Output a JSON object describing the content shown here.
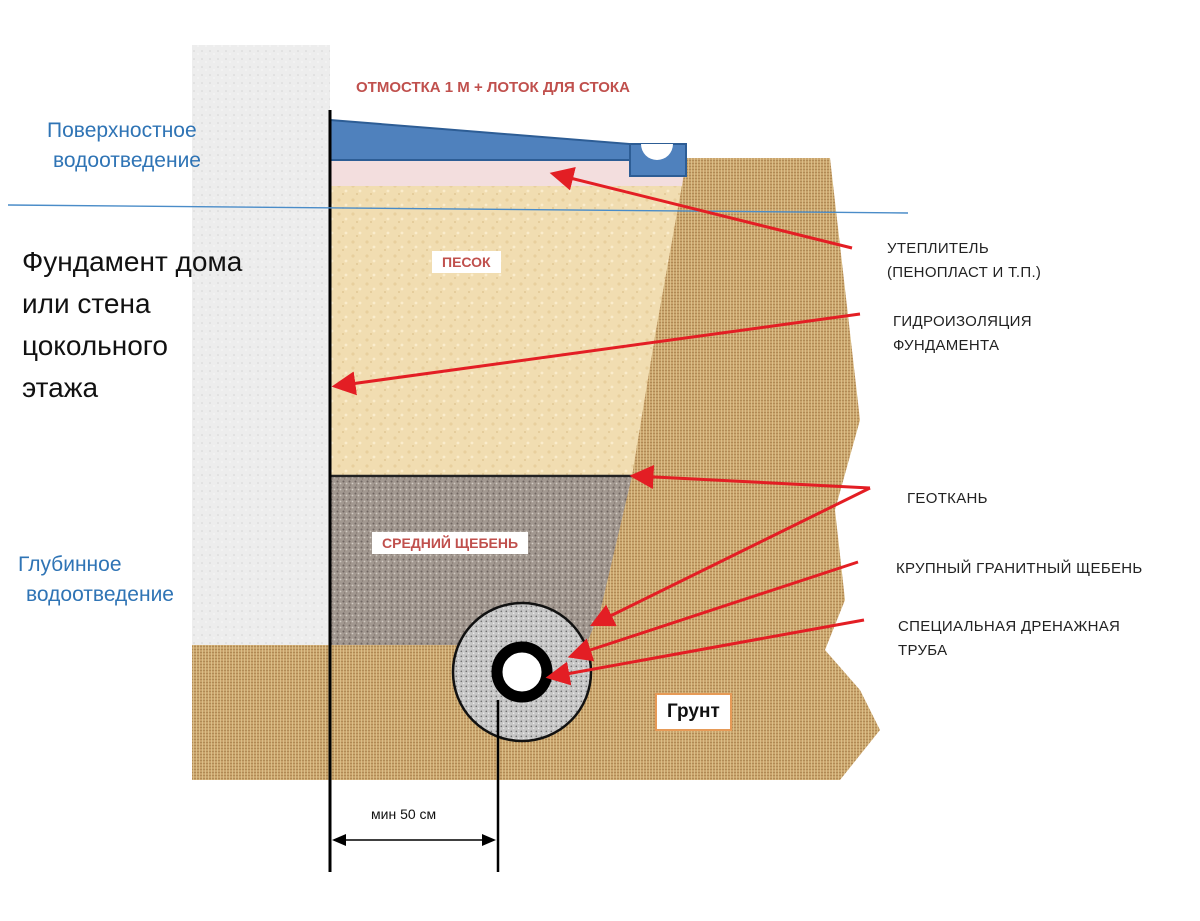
{
  "top_label": "ОТМОСТКА 1 М + ЛОТОК ДЛЯ СТОКА",
  "left": {
    "surface_drainage": [
      "Поверхностное",
      "водоотведение"
    ],
    "foundation": [
      "Фундамент дома",
      "или стена",
      "цокольного",
      "этажа"
    ],
    "deep_drainage": [
      "Глубинное",
      "водоотведение"
    ]
  },
  "layers": {
    "sand": "ПЕСОК",
    "gravel": "СРЕДНИЙ ЩЕБЕНЬ",
    "soil": "Грунт"
  },
  "callouts": [
    {
      "id": "insulation",
      "lines": [
        "УТЕПЛИТЕЛЬ",
        "(ПЕНОПЛАСТ И Т.П.)"
      ]
    },
    {
      "id": "waterproofing",
      "lines": [
        "ГИДРОИЗОЛЯЦИЯ",
        "ФУНДАМЕНТА"
      ]
    },
    {
      "id": "geotextile",
      "lines": [
        "ГЕОТКАНЬ"
      ]
    },
    {
      "id": "granite",
      "lines": [
        "КРУПНЫЙ ГРАНИТНЫЙ ЩЕБЕНЬ"
      ]
    },
    {
      "id": "pipe",
      "lines": [
        "СПЕЦИАЛЬНАЯ ДРЕНАЖНАЯ",
        "ТРУБА"
      ]
    }
  ],
  "dimension": "мин 50 см",
  "colors": {
    "wall": "#eeeeee",
    "sand": "#f2dfb6",
    "soil": "#c9a16a",
    "gravel": "#a39a92",
    "granite": "#c8c8c8",
    "blind_area": "#4f81bd",
    "insulation": "#f3dede",
    "arrow": "#e31e24",
    "surface_line": "#4a8cc8",
    "blue_text": "#2f74b5",
    "label_red": "#c0504d",
    "soil_box_border": "#e69a57"
  }
}
